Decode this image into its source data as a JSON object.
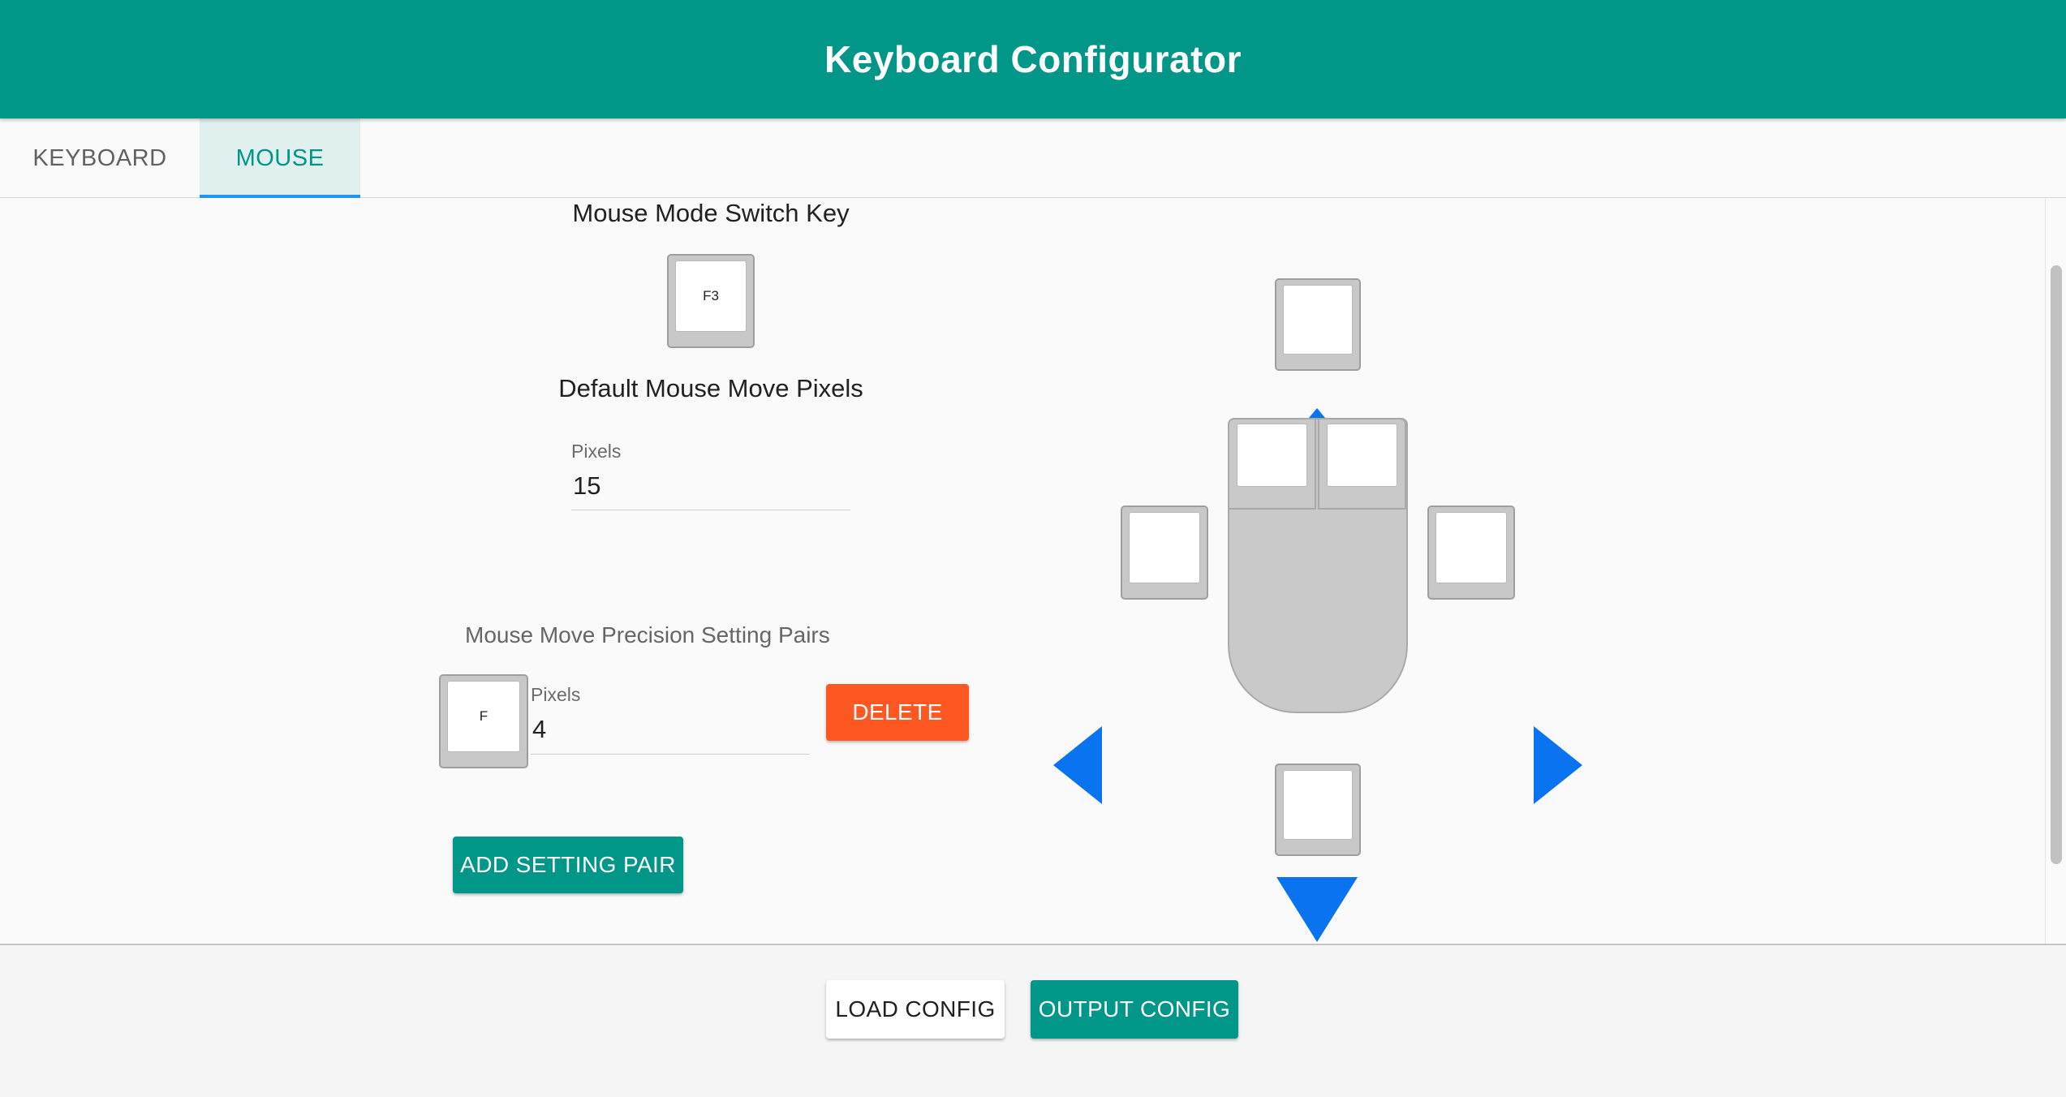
{
  "app": {
    "title": "Keyboard Configurator"
  },
  "tabs": [
    {
      "label": "KEYBOARD",
      "active": false
    },
    {
      "label": "MOUSE",
      "active": true
    }
  ],
  "mouse_settings": {
    "switch_key_title": "Mouse Mode Switch Key",
    "switch_key": "F3",
    "default_pixels_title": "Default Mouse Move Pixels",
    "default_pixels_label": "Pixels",
    "default_pixels_value": "15",
    "precision_title": "Mouse Move Precision Setting Pairs",
    "pairs": [
      {
        "key": "F",
        "pixels_label": "Pixels",
        "pixels_value": "4",
        "delete_label": "DELETE"
      }
    ],
    "add_pair_label": "ADD SETTING PAIR"
  },
  "mouse_diagram": {
    "key_up": "",
    "key_down": "",
    "key_left": "",
    "key_right": "",
    "left_click_key": "",
    "right_click_key": "",
    "arrow_color": "#0a74f0"
  },
  "footer": {
    "load_label": "LOAD CONFIG",
    "output_label": "OUTPUT CONFIG"
  },
  "colors": {
    "primary": "#009688",
    "danger": "#ff5722",
    "tab_indicator": "#2196f3"
  }
}
